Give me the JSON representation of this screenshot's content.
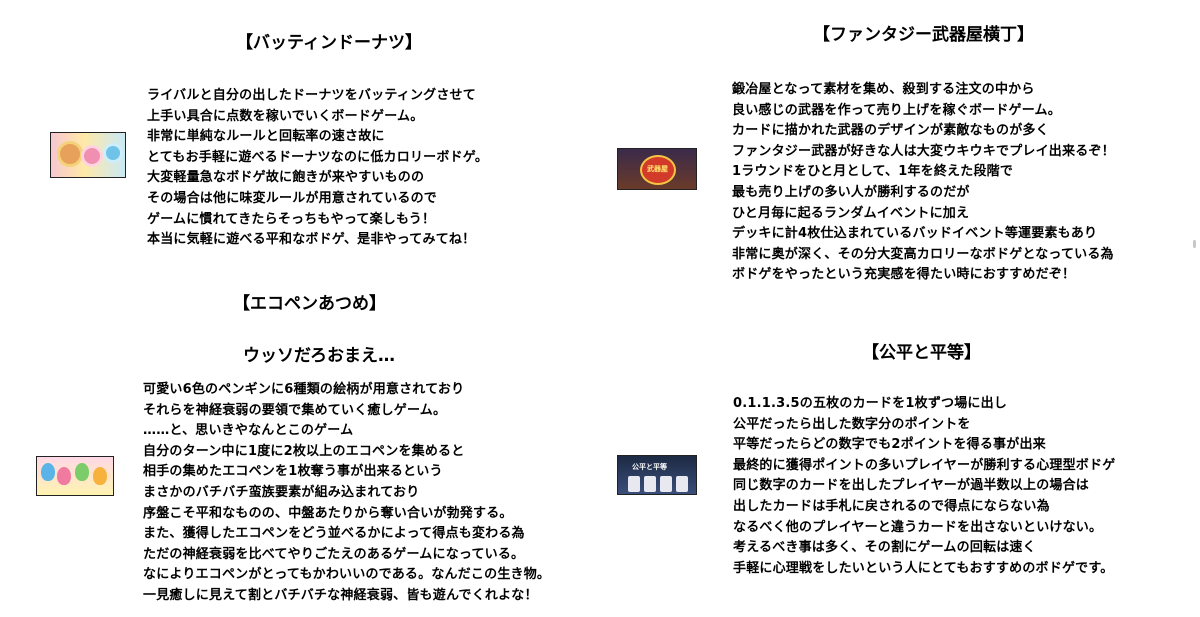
{
  "sections": [
    {
      "title": "【バッティンドーナツ】",
      "lines": [
        "ライバルと自分の出したドーナツをバッティングさせて",
        "上手い具合に点数を稼いでいくボードゲーム。",
        "非常に単純なルールと回転率の速さ故に",
        "とてもお手軽に遊べるドーナツなのに低カロリーボドゲ。",
        "大変軽量急なボドゲ故に飽きが来やすいものの",
        "その場合は他に味変ルールが用意されているので",
        "ゲームに慣れてきたらそっちもやって楽しもう！",
        "本当に気軽に遊べる平和なボドゲ、是非やってみてね！"
      ]
    },
    {
      "title": "【ファンタジー武器屋横丁】",
      "thumb_label": "武器屋",
      "lines": [
        "鍛冶屋となって素材を集め、殺到する注文の中から",
        "良い感じの武器を作って売り上げを稼ぐボードゲーム。",
        "カードに描かれた武器のデザインが素敵なものが多く",
        "ファンタジー武器が好きな人は大変ウキウキでプレイ出来るぞ！",
        "1ラウンドをひと月として、1年を終えた段階で",
        "最も売り上げの多い人が勝利するのだが",
        "ひと月毎に起るランダムイベントに加え",
        "デッキに計4枚仕込まれているバッドイベント等運要素もあり",
        "非常に奥が深く、その分大変高カロリーなボドゲとなっている為",
        "ボドゲをやったという充実感を得たい時におすすめだぞ！"
      ]
    },
    {
      "title": "【エコペンあつめ】",
      "subtitle": "ウッソだろおまえ…",
      "lines": [
        "可愛い6色のペンギンに6種類の絵柄が用意されており",
        "それらを神経衰弱の要領で集めていく癒しゲーム。",
        "……と、思いきやなんとこのゲーム",
        "自分のターン中に1度に2枚以上のエコペンを集めると",
        "相手の集めたエコペンを1枚奪う事が出来るという",
        "まさかのバチバチ蛮族要素が組み込まれており",
        "序盤こそ平和なものの、中盤あたりから奪い合いが勃発する。",
        "また、獲得したエコペンをどう並べるかによって得点も変わる為",
        "ただの神経衰弱を比べてやりごたえのあるゲームになっている。",
        "なによりエコペンがとってもかわいいのである。なんだこの生き物。",
        "一見癒しに見えて割とバチバチな神経衰弱、皆も遊んでくれよな！"
      ]
    },
    {
      "title": "【公平と平等】",
      "thumb_label": "公平と平等",
      "lines": [
        "0.1.1.3.5の五枚のカードを1枚ずつ場に出し",
        "公平だったら出した数字分のポイントを",
        "平等だったらどの数字でも2ポイントを得る事が出来",
        "最終的に獲得ポイントの多いプレイヤーが勝利する心理型ボドゲ",
        "同じ数字のカードを出したプレイヤーが過半数以上の場合は",
        "出したカードは手札に戻されるので得点にならない為",
        "なるべく他のプレイヤーと違うカードを出さないといけない。",
        "考えるべき事は多く、その割にゲームの回転は速く",
        "手軽に心理戦をしたいという人にとてもおすすめのボドゲです。"
      ]
    }
  ]
}
